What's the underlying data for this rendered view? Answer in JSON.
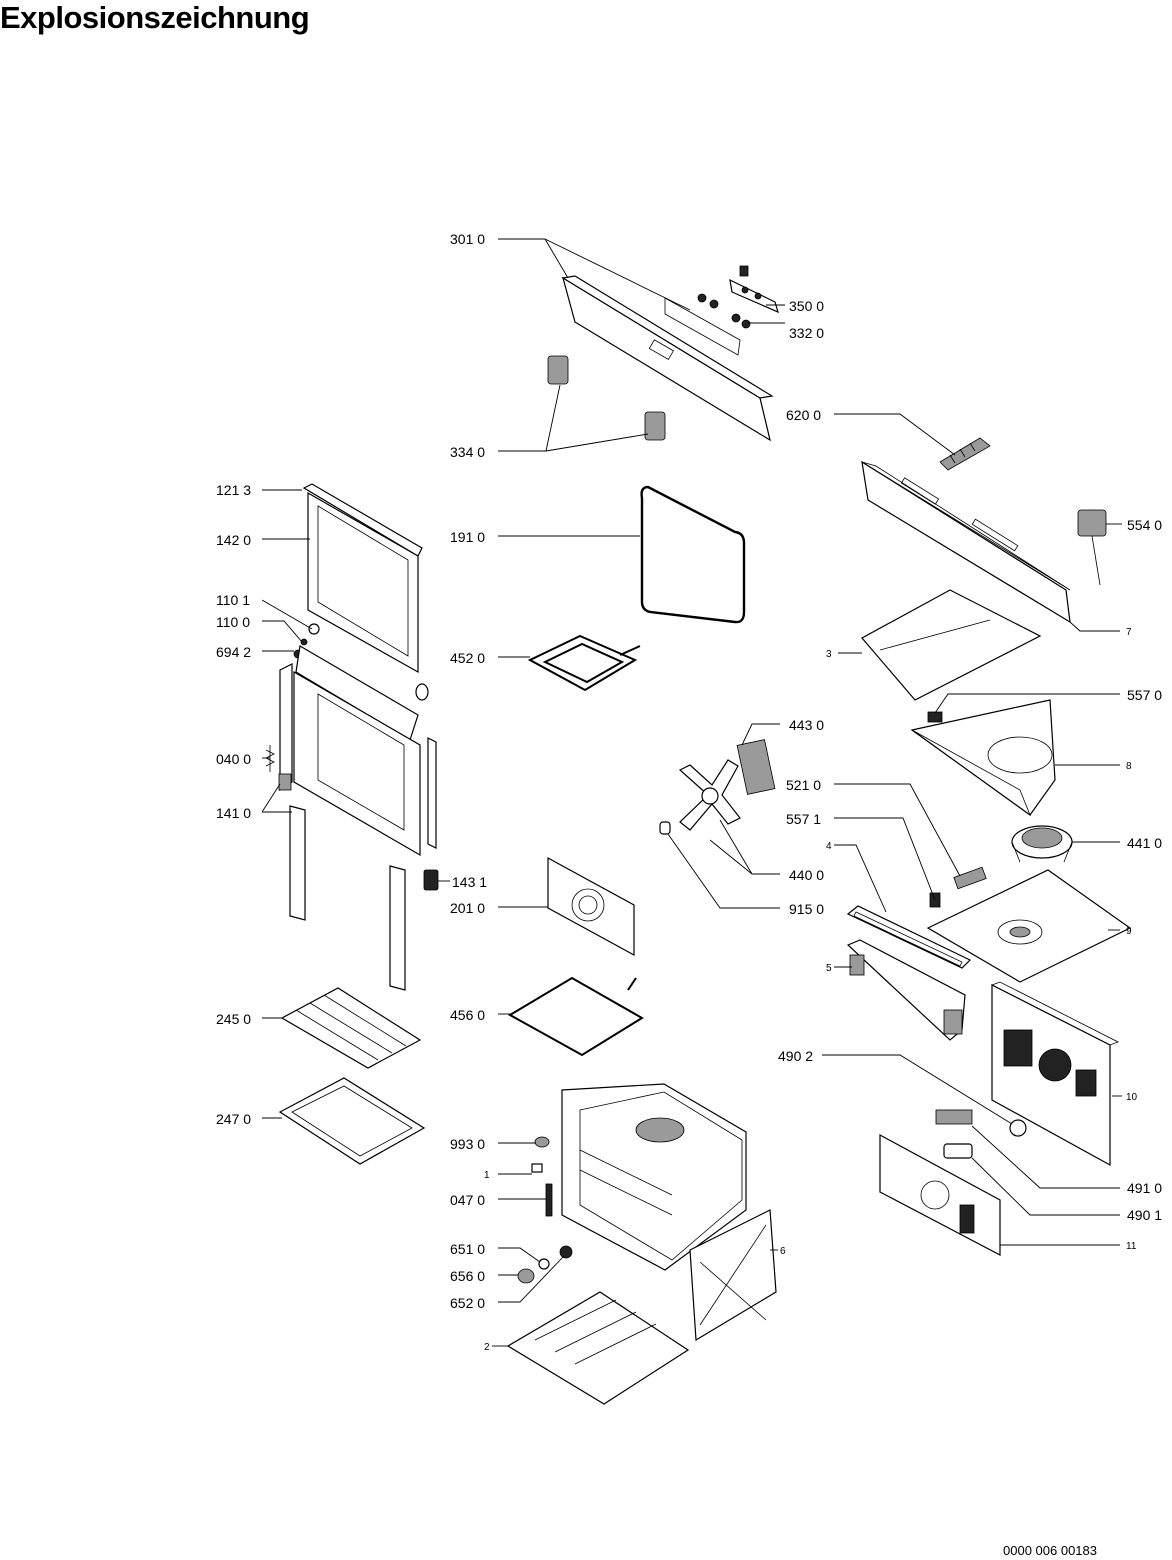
{
  "title": "Explosionszeichnung",
  "drawing_number": "0000 006 00183",
  "part_labels": [
    {
      "id": "301 0"
    },
    {
      "id": "350 0"
    },
    {
      "id": "332 0"
    },
    {
      "id": "334 0"
    },
    {
      "id": "620 0"
    },
    {
      "id": "121 3"
    },
    {
      "id": "142 0"
    },
    {
      "id": "191 0"
    },
    {
      "id": "554 0"
    },
    {
      "id": "110 1"
    },
    {
      "id": "110 0"
    },
    {
      "id": "694 2"
    },
    {
      "id": "452 0"
    },
    {
      "id": "7"
    },
    {
      "id": "3"
    },
    {
      "id": "557 0"
    },
    {
      "id": "443 0"
    },
    {
      "id": "040 0"
    },
    {
      "id": "8"
    },
    {
      "id": "521 0"
    },
    {
      "id": "141 0"
    },
    {
      "id": "557 1"
    },
    {
      "id": "441 0"
    },
    {
      "id": "4"
    },
    {
      "id": "440 0"
    },
    {
      "id": "143 1"
    },
    {
      "id": "201 0"
    },
    {
      "id": "915 0"
    },
    {
      "id": "9"
    },
    {
      "id": "5"
    },
    {
      "id": "245 0"
    },
    {
      "id": "456 0"
    },
    {
      "id": "490 2"
    },
    {
      "id": "10"
    },
    {
      "id": "247 0"
    },
    {
      "id": "993 0"
    },
    {
      "id": "491 0"
    },
    {
      "id": "1"
    },
    {
      "id": "047 0"
    },
    {
      "id": "490 1"
    },
    {
      "id": "11"
    },
    {
      "id": "651 0"
    },
    {
      "id": "6"
    },
    {
      "id": "656 0"
    },
    {
      "id": "652 0"
    },
    {
      "id": "2"
    }
  ]
}
